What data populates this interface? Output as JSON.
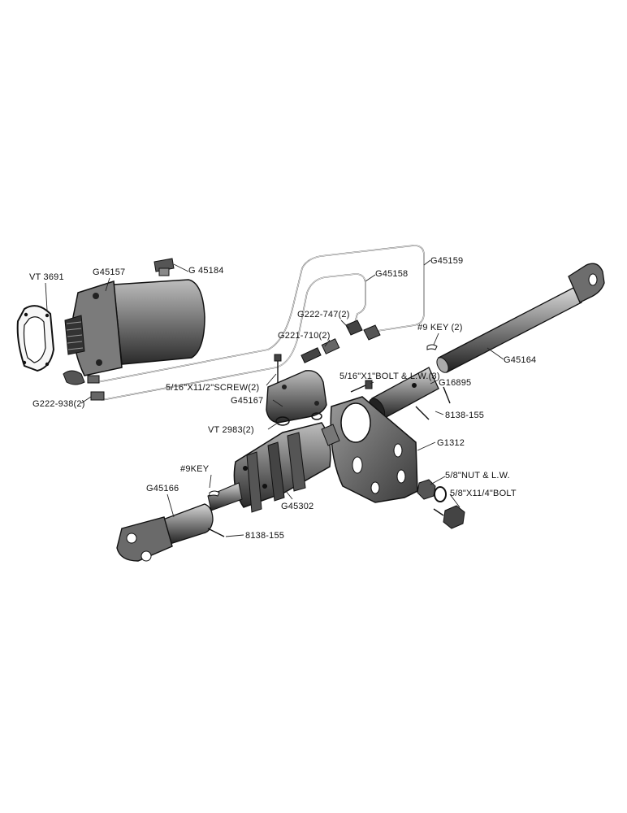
{
  "labels": {
    "vt3691": "VT 3691",
    "g45157": "G45157",
    "g45184": "G 45184",
    "g45158": "G45158",
    "g45159": "G45159",
    "g222_747": "G222-747(2)",
    "g221_710": "G221-710(2)",
    "key9_2": "#9 KEY (2)",
    "bolt516": "5/16\"X1\"BOLT & L.W.(3)",
    "g45164": "G45164",
    "screw516": "5/16\"X11/2\"SCREW(2)",
    "g16895": "G16895",
    "g45167": "G45167",
    "g222_938": "G222-938(2)",
    "b8138_top": "8138-155",
    "vt2983": "VT 2983(2)",
    "g1312": "G1312",
    "key9": "#9KEY",
    "nut58": "5/8\"NUT & L.W.",
    "g45166": "G45166",
    "bolt58": "5/8\"X11/4\"BOLT",
    "g45302": "G45302",
    "b8138_bottom": "8138-155"
  }
}
